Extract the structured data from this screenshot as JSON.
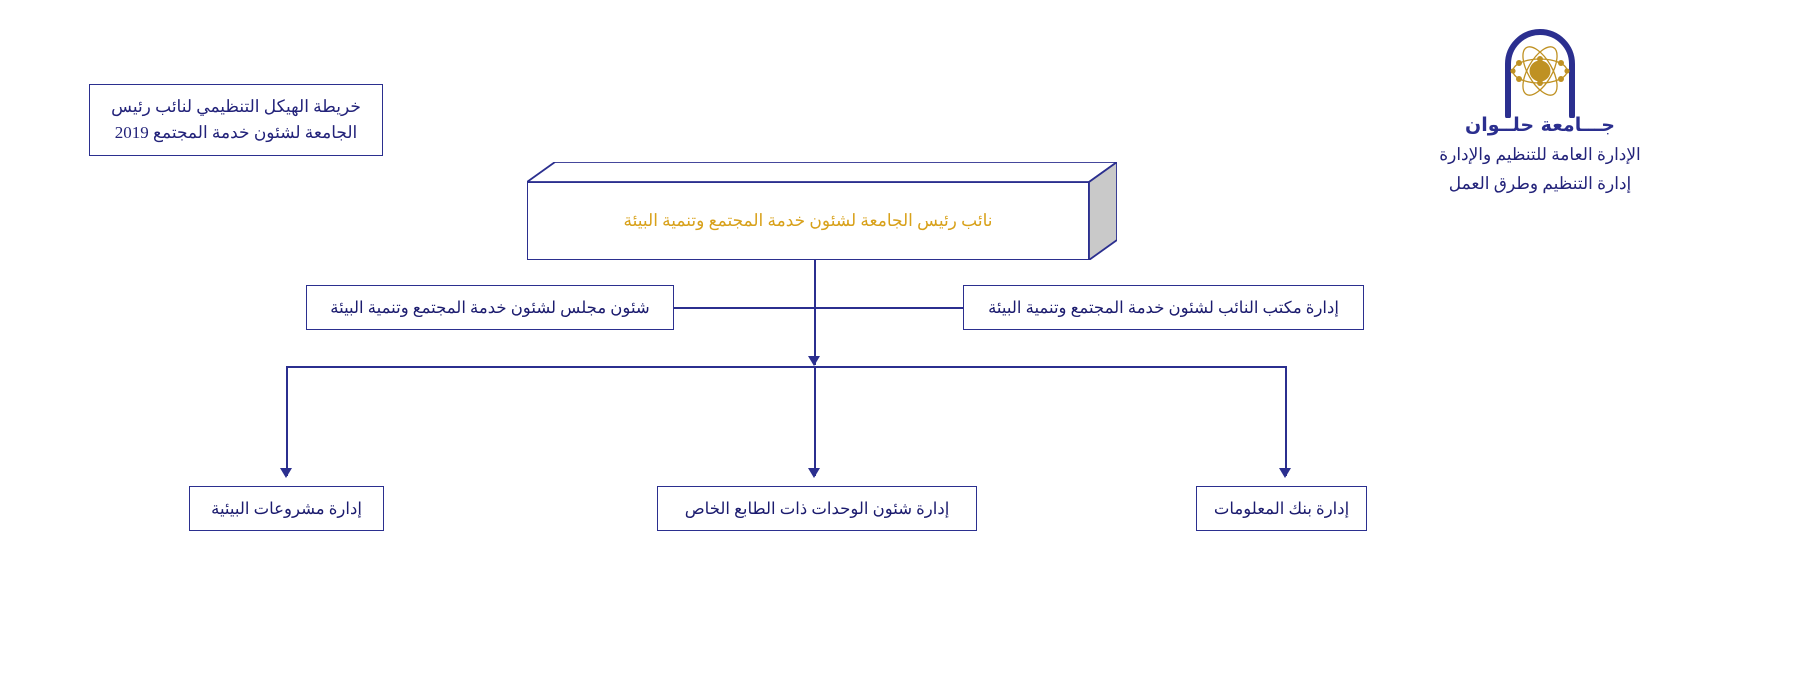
{
  "title_box": {
    "line1": "خريطة الهيكل التنظيمي لنائب رئيس",
    "line2": "الجامعة لشئون خدمة المجتمع 2019"
  },
  "header": {
    "logo_name": "logo-helwan-university",
    "university_name": "جـــامعة حلــوان",
    "dept_general": "الإدارة العامة للتنظيم والإدارة",
    "dept_sub": "إدارة التنظيم وطرق العمل",
    "logo_colors": {
      "navy": "#2b2f8f",
      "gold": "#bf9122"
    }
  },
  "chart": {
    "accent_text_color": "#d8a11a",
    "line_color": "#2b2f8f",
    "root": {
      "label": "نائب رئيس الجامعة لشئون خدمة المجتمع وتنمية البيئة"
    },
    "level2": [
      {
        "label": "شئون مجلس لشئون خدمة المجتمع وتنمية البيئة"
      },
      {
        "label": "إدارة مكتب النائب لشئون خدمة المجتمع وتنمية البيئة"
      }
    ],
    "level3": [
      {
        "label": "إدارة مشروعات البيئية"
      },
      {
        "label": "إدارة شئون الوحدات ذات الطابع الخاص"
      },
      {
        "label": "إدارة بنك المعلومات"
      }
    ]
  }
}
